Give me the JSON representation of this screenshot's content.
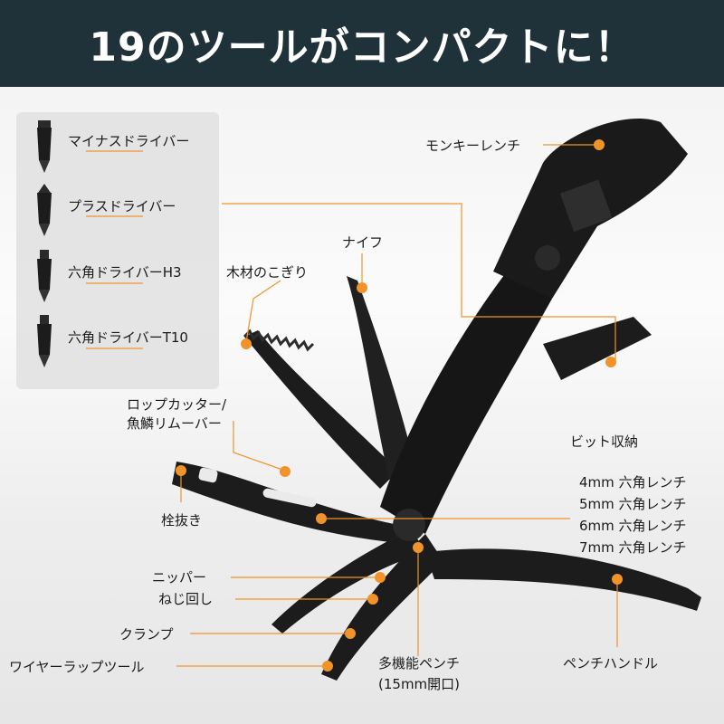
{
  "banner": {
    "title": "19のツールがコンパクトに！"
  },
  "bits": [
    {
      "label": "マイナスドライバー"
    },
    {
      "label": "プラスドライバー"
    },
    {
      "label": "六角ドライバーH3"
    },
    {
      "label": "六角ドライバーT10"
    }
  ],
  "labels": {
    "monkey_wrench": "モンキーレンチ",
    "knife": "ナイフ",
    "saw": "木材のこぎり",
    "rope_cutter_line1": "ロップカッター/",
    "rope_cutter_line2": "魚鱗リムーバー",
    "bit_storage": "ビット収納",
    "bottle_opener": "栓抜き",
    "hex_4": "4mm 六角レンチ",
    "hex_5": "5mm 六角レンチ",
    "hex_6": "6mm 六角レンチ",
    "hex_7": "7mm 六角レンチ",
    "nipper": "ニッパー",
    "screw_driver": "ねじ回し",
    "clamp": "クランプ",
    "wire_wrap": "ワイヤーラップツール",
    "pliers_line1": "多機能ペンチ",
    "pliers_line2": "(15mm開口)",
    "pliers_handle": "ペンチハンドル"
  },
  "colors": {
    "banner": "#1f3239",
    "accent": "#f0932b",
    "tool": "#1c1c1c"
  }
}
